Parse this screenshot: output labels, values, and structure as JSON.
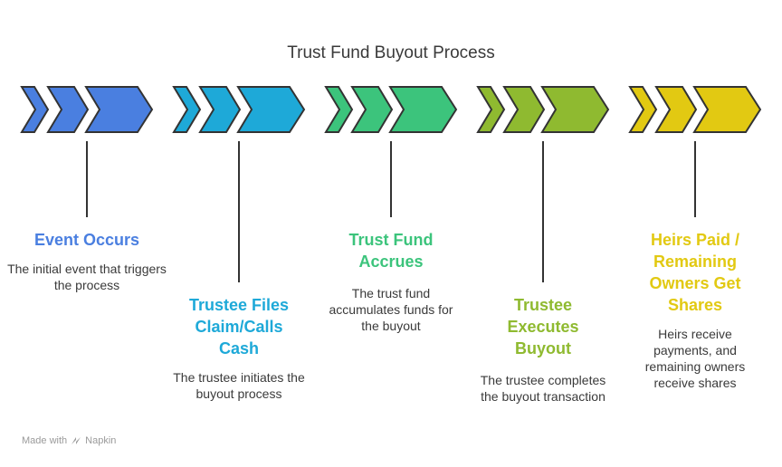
{
  "title": "Trust Fund Buyout Process",
  "steps": [
    {
      "title": "Event Occurs",
      "description": "The initial event that triggers the process",
      "color": "#4a7fe0"
    },
    {
      "title": "Trustee Files Claim/Calls Cash",
      "description": "The trustee initiates the buyout process",
      "color": "#1ea9d8"
    },
    {
      "title": "Trust Fund Accrues",
      "description": "The trust fund accumulates funds for the buyout",
      "color": "#3cc47c"
    },
    {
      "title": "Trustee Executes Buyout",
      "description": "The trustee completes the buyout transaction",
      "color": "#8fba30"
    },
    {
      "title": "Heirs Paid / Remaining Owners Get Shares",
      "description": "Heirs receive payments, and remaining owners receive shares",
      "color": "#e2c912"
    }
  ],
  "footer": {
    "made_with": "Made with",
    "brand": "Napkin"
  }
}
